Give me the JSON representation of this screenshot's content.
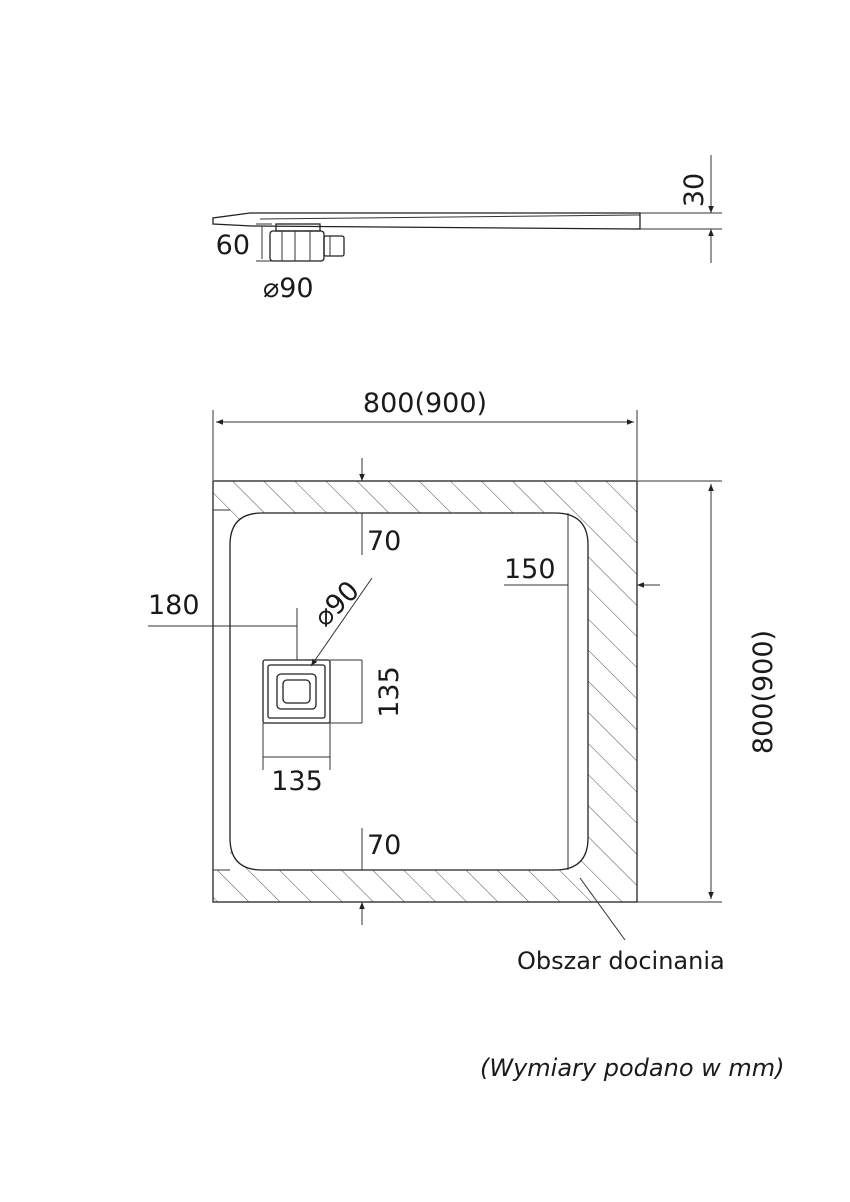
{
  "side_view": {
    "height_label": "30",
    "drain_height_label": "60",
    "drain_diameter_label": "⌀90"
  },
  "top_view": {
    "width_label": "800(900)",
    "depth_label": "800(900)",
    "border_top_label": "70",
    "border_bottom_label": "70",
    "border_right_label": "150",
    "drain_offset_label": "180",
    "drain_diameter_label": "⌀90",
    "drain_height_label": "135",
    "drain_width_label": "135",
    "cut_area_label": "Obszar docinania"
  },
  "footnote": "(Wymiary podano w mm)"
}
